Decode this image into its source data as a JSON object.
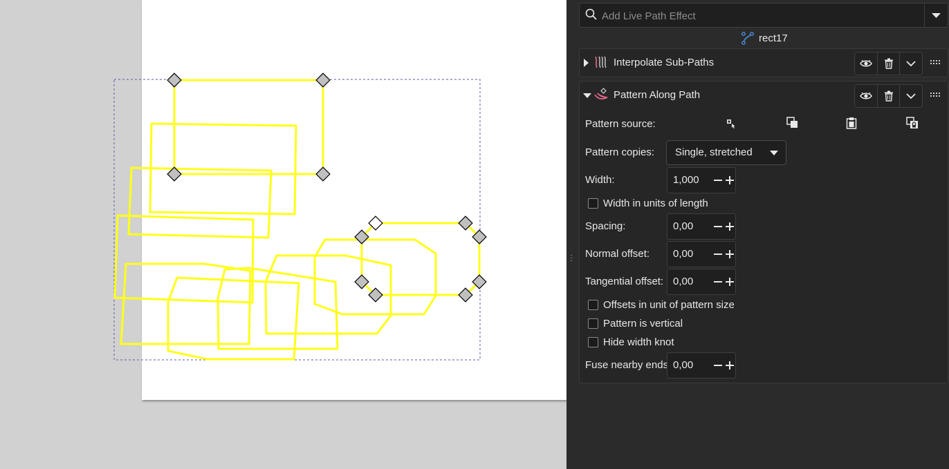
{
  "panel": {
    "search": {
      "placeholder": "Add Live Path Effect"
    },
    "object_name": "rect17",
    "effects": [
      {
        "name": "Interpolate Sub-Paths",
        "expanded": false
      },
      {
        "name": "Pattern Along Path",
        "expanded": true,
        "params": {
          "pattern_source_label": "Pattern source:",
          "pattern_copies_label": "Pattern copies:",
          "pattern_copies_value": "Single, stretched",
          "width_label": "Width:",
          "width_value": "1,000",
          "width_units_label": "Width in units of length",
          "spacing_label": "Spacing:",
          "spacing_value": "0,00",
          "normal_offset_label": "Normal offset:",
          "normal_offset_value": "0,00",
          "tangential_offset_label": "Tangential offset:",
          "tangential_offset_value": "0,00",
          "offsets_pattern_size_label": "Offsets in unit of pattern size",
          "pattern_vertical_label": "Pattern is vertical",
          "hide_width_knot_label": "Hide width knot",
          "fuse_label": "Fuse nearby ends:",
          "fuse_value": "0,00"
        }
      }
    ]
  },
  "colors": {
    "canvas_bg": "#d1d1d1",
    "page": "#ffffff",
    "path_stroke": "#ffff1a",
    "node_fill": "#c0c0c0",
    "panel_bg": "#2b2b2b",
    "accent_blue": "#4a90e2",
    "effect_icon_pink": "#e86a8a"
  }
}
